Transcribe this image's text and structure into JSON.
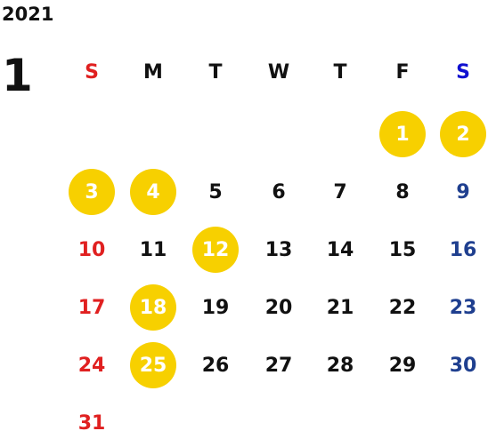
{
  "calendar": {
    "year": "2021",
    "month": "1",
    "weekdays": [
      "S",
      "M",
      "T",
      "W",
      "T",
      "F",
      "S"
    ],
    "highlight_color": "#f7d000",
    "sunday_color": "#e02020",
    "saturday_color": "#1f3f8f",
    "weeks": [
      [
        null,
        null,
        null,
        null,
        null,
        {
          "d": "1",
          "hl": true
        },
        {
          "d": "2",
          "hl": true
        }
      ],
      [
        {
          "d": "3",
          "hl": true
        },
        {
          "d": "4",
          "hl": true
        },
        {
          "d": "5"
        },
        {
          "d": "6"
        },
        {
          "d": "7"
        },
        {
          "d": "8"
        },
        {
          "d": "9"
        }
      ],
      [
        {
          "d": "10"
        },
        {
          "d": "11"
        },
        {
          "d": "12",
          "hl": true
        },
        {
          "d": "13"
        },
        {
          "d": "14"
        },
        {
          "d": "15"
        },
        {
          "d": "16"
        }
      ],
      [
        {
          "d": "17"
        },
        {
          "d": "18",
          "hl": true
        },
        {
          "d": "19"
        },
        {
          "d": "20"
        },
        {
          "d": "21"
        },
        {
          "d": "22"
        },
        {
          "d": "23"
        }
      ],
      [
        {
          "d": "24"
        },
        {
          "d": "25",
          "hl": true
        },
        {
          "d": "26"
        },
        {
          "d": "27"
        },
        {
          "d": "28"
        },
        {
          "d": "29"
        },
        {
          "d": "30"
        }
      ],
      [
        {
          "d": "31"
        },
        null,
        null,
        null,
        null,
        null,
        null
      ]
    ]
  }
}
